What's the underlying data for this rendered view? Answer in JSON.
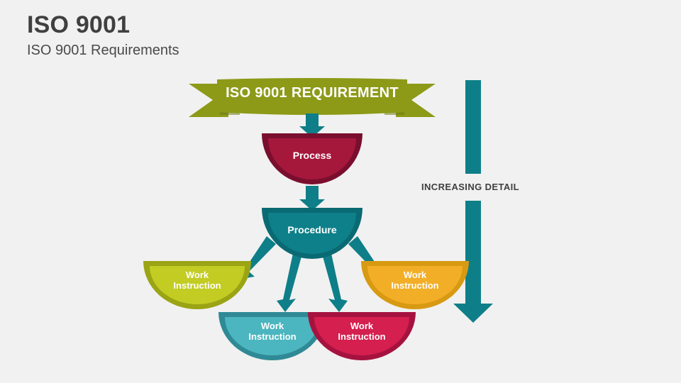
{
  "header": {
    "title": "ISO 9001",
    "subtitle": "ISO 9001 Requirements"
  },
  "diagram": {
    "type": "pyramid-hierarchy-flow",
    "banner": {
      "label": "ISO 9001 REQUIREMENT",
      "color": "#8c9a17",
      "text_color": "#ffffff",
      "shape": "ribbon"
    },
    "levels": [
      {
        "id": "process",
        "label": "Process",
        "shape": "half-circle-bowl",
        "fill": "#a6173c",
        "ring": "#7a0e2e",
        "text_color": "#ffffff"
      },
      {
        "id": "procedure",
        "label": "Procedure",
        "shape": "half-circle-bowl",
        "fill": "#0e8089",
        "ring": "#0a6a73",
        "text_color": "#ffffff"
      }
    ],
    "work_instructions": [
      {
        "id": "wi-1",
        "line1": "Work",
        "line2": "Instruction",
        "fill": "#c2cc23",
        "ring": "#9aa414",
        "text_color": "#ffffff"
      },
      {
        "id": "wi-2",
        "line1": "Work",
        "line2": "Instruction",
        "fill": "#4bb6bf",
        "ring": "#2f8a96",
        "text_color": "#ffffff"
      },
      {
        "id": "wi-3",
        "line1": "Work",
        "line2": "Instruction",
        "fill": "#d41f4f",
        "ring": "#a6123f",
        "text_color": "#ffffff"
      },
      {
        "id": "wi-4",
        "line1": "Work",
        "line2": "Instruction",
        "fill": "#f2ae26",
        "ring": "#d79a12",
        "text_color": "#ffffff"
      }
    ],
    "detail_axis": {
      "label": "INCREASING DETAIL",
      "direction": "down",
      "color": "#0e7f88",
      "text_color": "#3f3f3f"
    },
    "connector_color": "#0e7f88",
    "background": "#f1f1f1"
  }
}
